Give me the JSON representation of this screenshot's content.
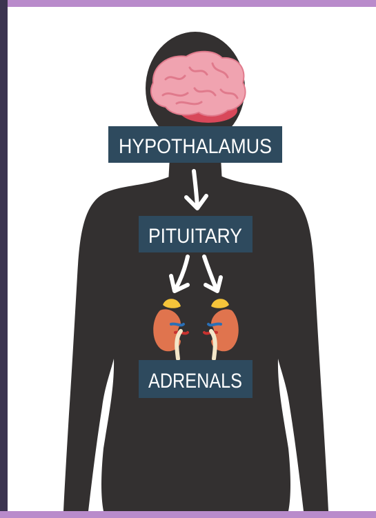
{
  "labels": {
    "hypothalamus": "HYPOTHALAMUS",
    "pituitary": "PITUITARY",
    "adrenals": "ADRENALS"
  },
  "icons": {
    "brain": "brain-icon",
    "kidney_left": "kidney-adrenal-icon",
    "kidney_right": "kidney-adrenal-icon",
    "arrows": "arrow-down-icon"
  },
  "colors": {
    "frame": "#b98bcb",
    "frame_dark": "#3b3450",
    "background": "#ffffff",
    "silhouette": "#333030",
    "label_box": "#2e4a5e",
    "label_text": "#ffffff",
    "brain": "#f0a3b0",
    "kidney": "#e0744e",
    "adrenal": "#f5c43a",
    "vessel_blue": "#2a6fb5",
    "vessel_red": "#c8322f"
  }
}
